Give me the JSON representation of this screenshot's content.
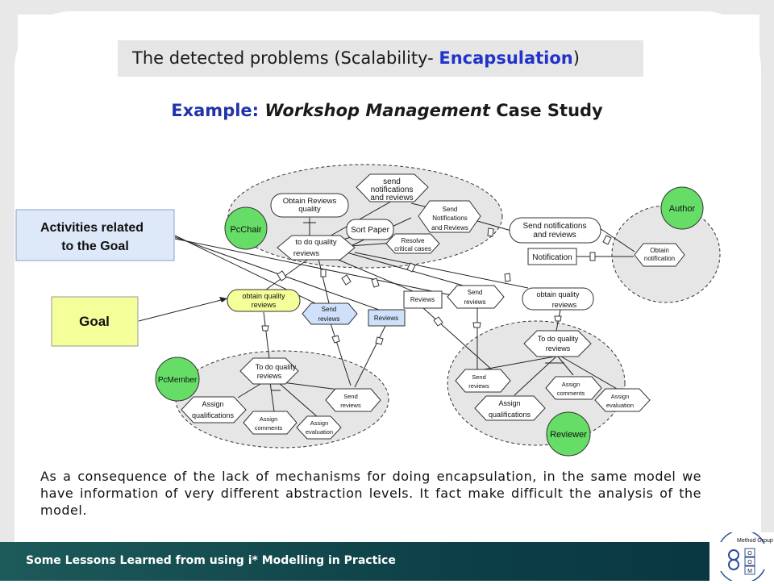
{
  "slide": {
    "title_prefix": "The detected problems (Scalability- ",
    "title_highlight": "Encapsulation",
    "title_suffix": ")",
    "subtitle_label": "Example:",
    "subtitle_italic": "Workshop Management",
    "subtitle_rest": " Case Study",
    "body": "As a consequence of the lack of mechanisms for doing encapsulation, in the same model we have information of very different abstraction levels. It fact make difficult the analysis of the model.",
    "footer": "Some Lessons Learned from using i* Modelling in Practice"
  },
  "callouts": {
    "activities_line1": "Activities related",
    "activities_line2": "to the Goal",
    "goal": "Goal"
  },
  "actors": {
    "pcchair": "PcChair",
    "author": "Author",
    "pcmember": "PcMember",
    "reviewer": "Reviewer"
  },
  "pcchair": {
    "send_notif_1": "send",
    "send_notif_2": "notifications",
    "send_notif_3": "and reviews",
    "obtain_rev_1": "Obtain Reviews",
    "obtain_rev_2": "quality",
    "sort_paper": "Sort Paper",
    "send_notif_cap_1": "Send",
    "send_notif_cap_2": "Notifications",
    "send_notif_cap_3": "and Reviews",
    "todo_1": "to do quality",
    "todo_2": "reviews",
    "resolve_1": "Resolve",
    "resolve_2": "critical cases"
  },
  "author": {
    "obtain_notif_1": "Obtain",
    "obtain_notif_2": "notification"
  },
  "dependencies": {
    "send_notifications_1": "Send notifications",
    "send_notifications_2": "and reviews",
    "notification": "Notification",
    "obtain_quality_yellow_1": "obtain quality",
    "obtain_quality_yellow_2": "reviews",
    "send_reviews_blue_1": "Send",
    "send_reviews_blue_2": "reviews",
    "reviews_blue": "Reviews",
    "reviews_mid": "Reviews",
    "send_reviews_mid_1": "Send",
    "send_reviews_mid_2": "reviews",
    "obtain_quality_right_1": "obtain quality",
    "obtain_quality_right_2": "reviews"
  },
  "pcmember": {
    "todo_1": "To do quality",
    "todo_2": "reviews",
    "assign_qual_1": "Assign",
    "assign_qual_2": "qualifications",
    "assign_comm_1": "Assign",
    "assign_comm_2": "comments",
    "assign_eval_1": "Assign",
    "assign_eval_2": "evaluation",
    "send_rev_1": "Send",
    "send_rev_2": "reviews"
  },
  "reviewer": {
    "todo_1": "To do quality",
    "todo_2": "reviews",
    "send_rev_1": "Send",
    "send_rev_2": "reviews",
    "assign_comm_1": "Assign",
    "assign_comm_2": "comments",
    "assign_eval_1": "Assign",
    "assign_eval_2": "evaluation",
    "assign_qual_1": "Assign",
    "assign_qual_2": "qualifications"
  },
  "logo": {
    "text": "Method Group",
    "letters": [
      "O",
      "O",
      "M"
    ]
  },
  "colors": {
    "accent_blue": "#2233cc",
    "actor_green": "#66dd66",
    "goal_yellow": "#f4ff99",
    "callout_blue": "#dde8f8",
    "footer_teal": "#0c3f46"
  }
}
